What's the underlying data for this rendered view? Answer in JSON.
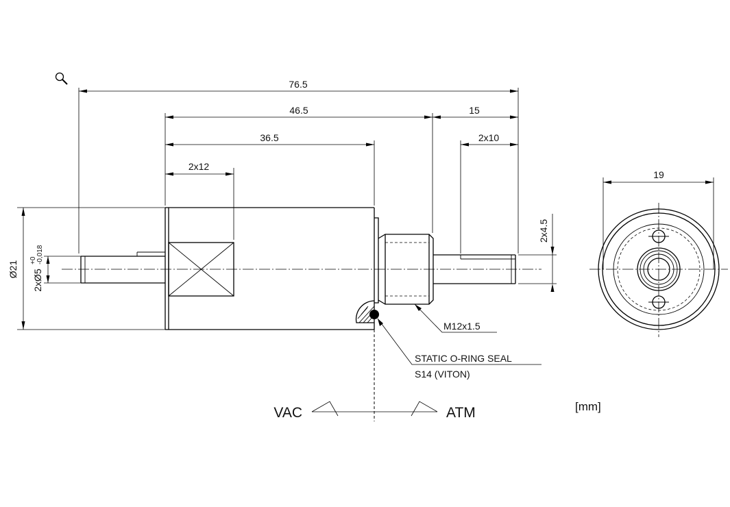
{
  "dimensions": {
    "overall_length": "76.5",
    "length_46": "46.5",
    "length_15": "15",
    "length_36": "36.5",
    "flat_2x10": "2x10",
    "flat_2x12": "2x12",
    "flat_2x4_5": "2x4.5",
    "diameter_21": "Ø21",
    "shaft_prefix": "2xØ5",
    "shaft_tol_upper": "+0",
    "shaft_tol_lower": "-0,018",
    "end_width_19": "19"
  },
  "callouts": {
    "thread": "M12x1.5",
    "seal_line1": "STATIC O-RING SEAL",
    "seal_line2": "S14 (VITON)"
  },
  "sides": {
    "vac": "VAC",
    "atm": "ATM"
  },
  "units": "[mm]",
  "icons": {
    "zoom": "magnifier-icon"
  }
}
